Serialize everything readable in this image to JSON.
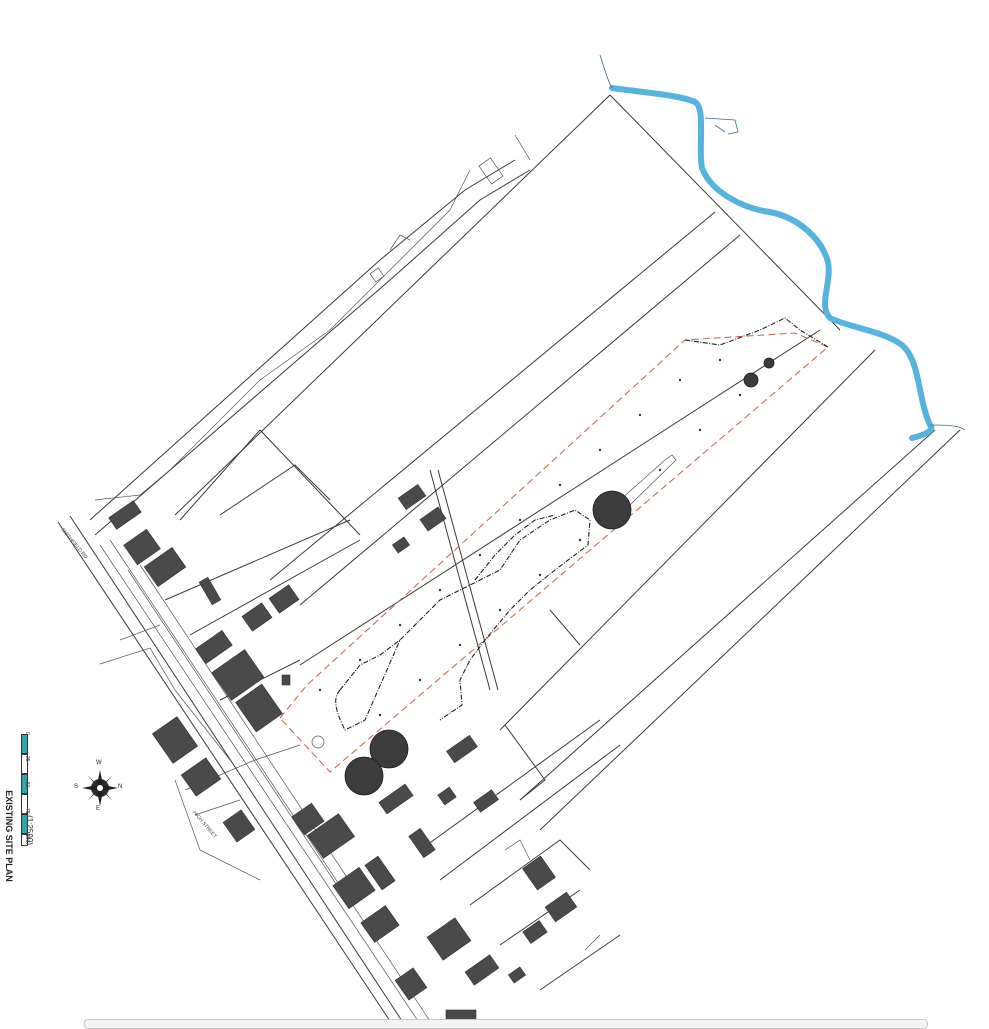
{
  "plan": {
    "title": "EXISTING SITE PLAN",
    "scale": "(1:2500)",
    "scale_unit": "metres",
    "scale_ticks": [
      "0",
      "25",
      "50",
      "75",
      "100"
    ],
    "road_label_1": "SMITHFIELD RD",
    "road_label_2": "HIGH STREET"
  },
  "compass": {
    "n": "N",
    "s": "S",
    "e": "E",
    "w": "W"
  },
  "colors": {
    "river": "#55b4df",
    "boundary": "#c0634a",
    "buildings": "#4a4a4a"
  }
}
